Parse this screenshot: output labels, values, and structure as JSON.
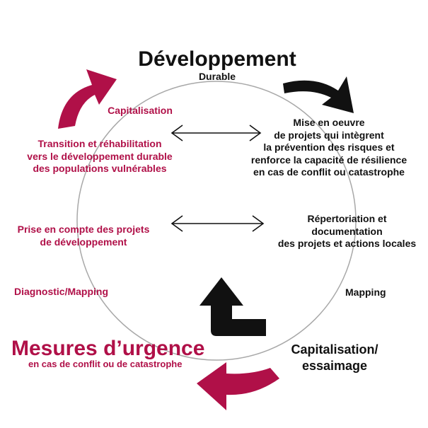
{
  "colors": {
    "accent_red": "#b01048",
    "black": "#111111",
    "circle_stroke": "#a8a8a8"
  },
  "header": {
    "title": "Développement",
    "subtitle": "Durable"
  },
  "left": {
    "capitalisation": "Capitalisation",
    "transition": [
      "Transition et réhabilitation",
      "vers le développement durable",
      "des populations vulnérables"
    ],
    "prise_en_compte": [
      "Prise en compte des projets",
      "de développement"
    ],
    "diagnostic": "Diagnostic/Mapping"
  },
  "right": {
    "mise_en_oeuvre": [
      "Mise en oeuvre",
      "de projets qui intègrent",
      "la prévention des risques et",
      "renforce la capacité de résilience",
      "en cas de conflit ou catastrophe"
    ],
    "repertoriation": [
      "Répertoriation et",
      "documentation",
      "des projets et actions locales"
    ],
    "mapping": "Mapping"
  },
  "footer": {
    "mesures_title": "Mesures d’urgence",
    "mesures_sub": "en cas de conflit ou de catastrophe",
    "capitalisation_essaimage": [
      "Capitalisation/",
      "essaimage"
    ]
  },
  "icons": [
    "curved-arrow-icon-red-top",
    "curved-arrow-icon-black-top",
    "bent-arrow-icon-black",
    "curved-arrow-icon-red-bottom",
    "double-arrow-icon-upper",
    "double-arrow-icon-lower"
  ]
}
